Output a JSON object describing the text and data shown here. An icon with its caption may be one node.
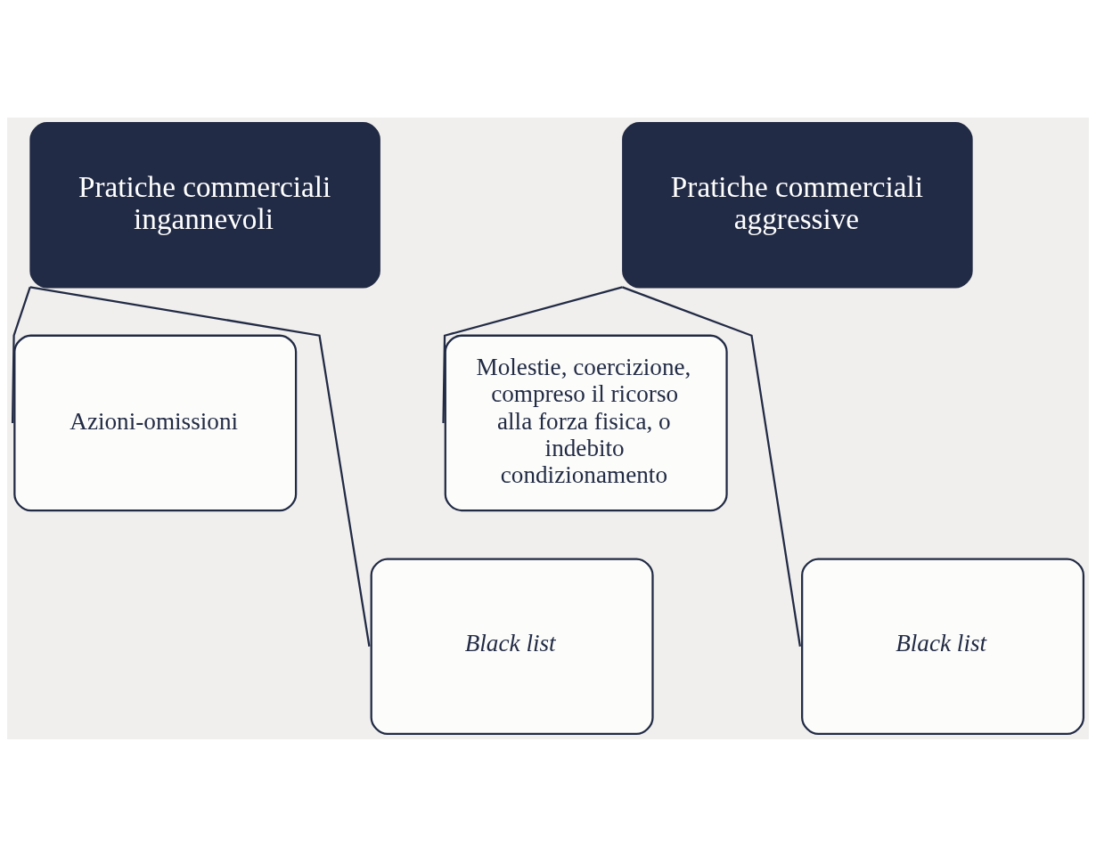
{
  "diagram": {
    "nodes": [
      {
        "text": [
          "Pratiche commerciali ingannevoli"
        ]
      },
      {
        "text": [
          "Azioni-omissioni"
        ]
      },
      {
        "text": [
          "Black list"
        ]
      },
      {
        "text": [
          "Pratiche commerciali aggressive"
        ]
      },
      {
        "text": [
          "Molestie, coercizione, compreso il ricorso alla forza fisica, o indebito condizionamento"
        ]
      },
      {
        "text": [
          "Black list"
        ]
      }
    ],
    "edges": [
      {
        "from": 0,
        "to": 1,
        "arrow": "none"
      },
      {
        "from": 0,
        "to": 2,
        "arrow": "none"
      },
      {
        "from": 3,
        "to": 4,
        "arrow": "none"
      },
      {
        "from": 3,
        "to": 5,
        "arrow": "none"
      }
    ]
  }
}
